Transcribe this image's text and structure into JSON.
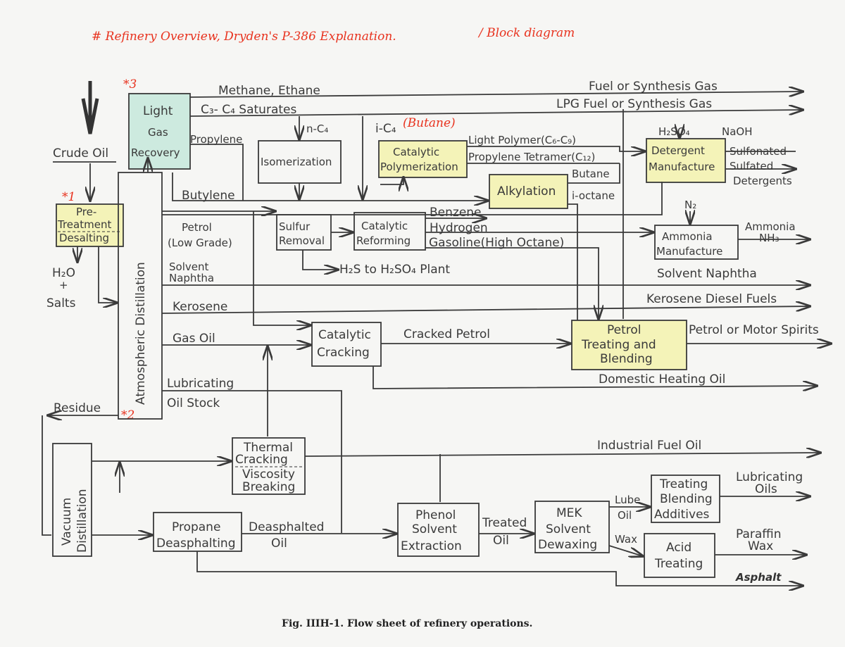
{
  "annotations": {
    "title_note": "# Refinery Overview, Dryden's P-386 Explanation.",
    "block_note": "/ Block diagram",
    "mark_3": "*3",
    "mark_1": "*1",
    "mark_2": "*2",
    "butane_note": "(Butane)"
  },
  "caption": "Fig. IIIH-1.  Flow sheet of refinery operations.",
  "units": {
    "light_gas_recovery": [
      "Light",
      "Gas",
      "Recovery"
    ],
    "pretreatment": [
      "Pre-",
      "Treatment",
      "Desalting"
    ],
    "atmospheric_distillation": "Atmospheric Distillation",
    "isomerization": "Isomerization",
    "catalytic_polymerization": [
      "Catalytic",
      "Polymerization"
    ],
    "alkylation": "Alkylation",
    "detergent_manufacture": [
      "Detergent",
      "Manufacture"
    ],
    "sulfur_removal": [
      "Sulfur",
      "Removal"
    ],
    "catalytic_reforming": [
      "Catalytic",
      "Reforming"
    ],
    "ammonia_manufacture": [
      "Ammonia",
      "Manufacture"
    ],
    "catalytic_cracking": [
      "Catalytic",
      "Cracking"
    ],
    "petrol_treating": [
      "Petrol",
      "Treating and",
      "Blending"
    ],
    "thermal_cracking": [
      "Thermal",
      "Cracking",
      "Viscosity",
      "Breaking"
    ],
    "vacuum_distillation": [
      "Vacuum",
      "Distillation"
    ],
    "propane_deasphalting": [
      "Propane",
      "Deasphalting"
    ],
    "phenol_extraction": [
      "Phenol",
      "Solvent",
      "Extraction"
    ],
    "mek_dewaxing": [
      "MEK",
      "Solvent",
      "Dewaxing"
    ],
    "treating_blending": [
      "Treating",
      "Blending",
      "Additives"
    ],
    "acid_treating": [
      "Acid",
      "Treating"
    ]
  },
  "streams": {
    "crude_oil": "Crude Oil",
    "h2o_salts": [
      "H₂O",
      "+",
      "Salts"
    ],
    "methane_ethane": "Methane, Ethane",
    "c3c4": "C₃- C₄ Saturates",
    "propylene": "Propylene",
    "n_c4": "n-C₄",
    "i_c4": "i-C₄",
    "butylene": "Butylene",
    "petrol_low": [
      "Petrol",
      "(Low Grade)"
    ],
    "solvent_naphtha_in": [
      "Solvent",
      "Naphtha"
    ],
    "kerosene": "Kerosene",
    "gas_oil": "Gas Oil",
    "lubricating_stock": [
      "Lubricating",
      "Oil Stock"
    ],
    "residue": "Residue",
    "light_polymer": "Light Polymer(C₆-C₉)",
    "propylene_tetramer": "Propylene Tetramer(C₁₂)",
    "butane": "Butane",
    "i_octane": "i-octane",
    "benzene": "Benzene",
    "hydrogen": "Hydrogen",
    "gasoline_high": "Gasoline(High Octane)",
    "h2s": "H₂S to H₂SO₄ Plant",
    "h2so4": "H₂SO₄",
    "naoh": "NaOH",
    "n2": "N₂",
    "cracked_petrol": "Cracked Petrol",
    "deasphalted_oil": [
      "Deasphalted",
      "Oil"
    ],
    "treated_oil": [
      "Treated",
      "Oil"
    ],
    "lube_oil": [
      "Lube",
      "Oil"
    ],
    "wax": "Wax"
  },
  "products": {
    "fuel_gas": "Fuel or Synthesis Gas",
    "lpg": "LPG Fuel or Synthesis Gas",
    "detergents": [
      "Sulfonated",
      "Sulfated",
      "Detergents"
    ],
    "ammonia": [
      "Ammonia",
      "NH₃"
    ],
    "solvent_naphtha": "Solvent Naphtha",
    "kerosene_diesel": "Kerosene Diesel Fuels",
    "petrol_motor": "Petrol or Motor Spirits",
    "domestic_heating": "Domestic Heating Oil",
    "industrial_fuel": "Industrial Fuel Oil",
    "lubricating_oils": [
      "Lubricating",
      "Oils"
    ],
    "paraffin_wax": [
      "Paraffin",
      "Wax"
    ],
    "asphalt": "Asphalt"
  }
}
